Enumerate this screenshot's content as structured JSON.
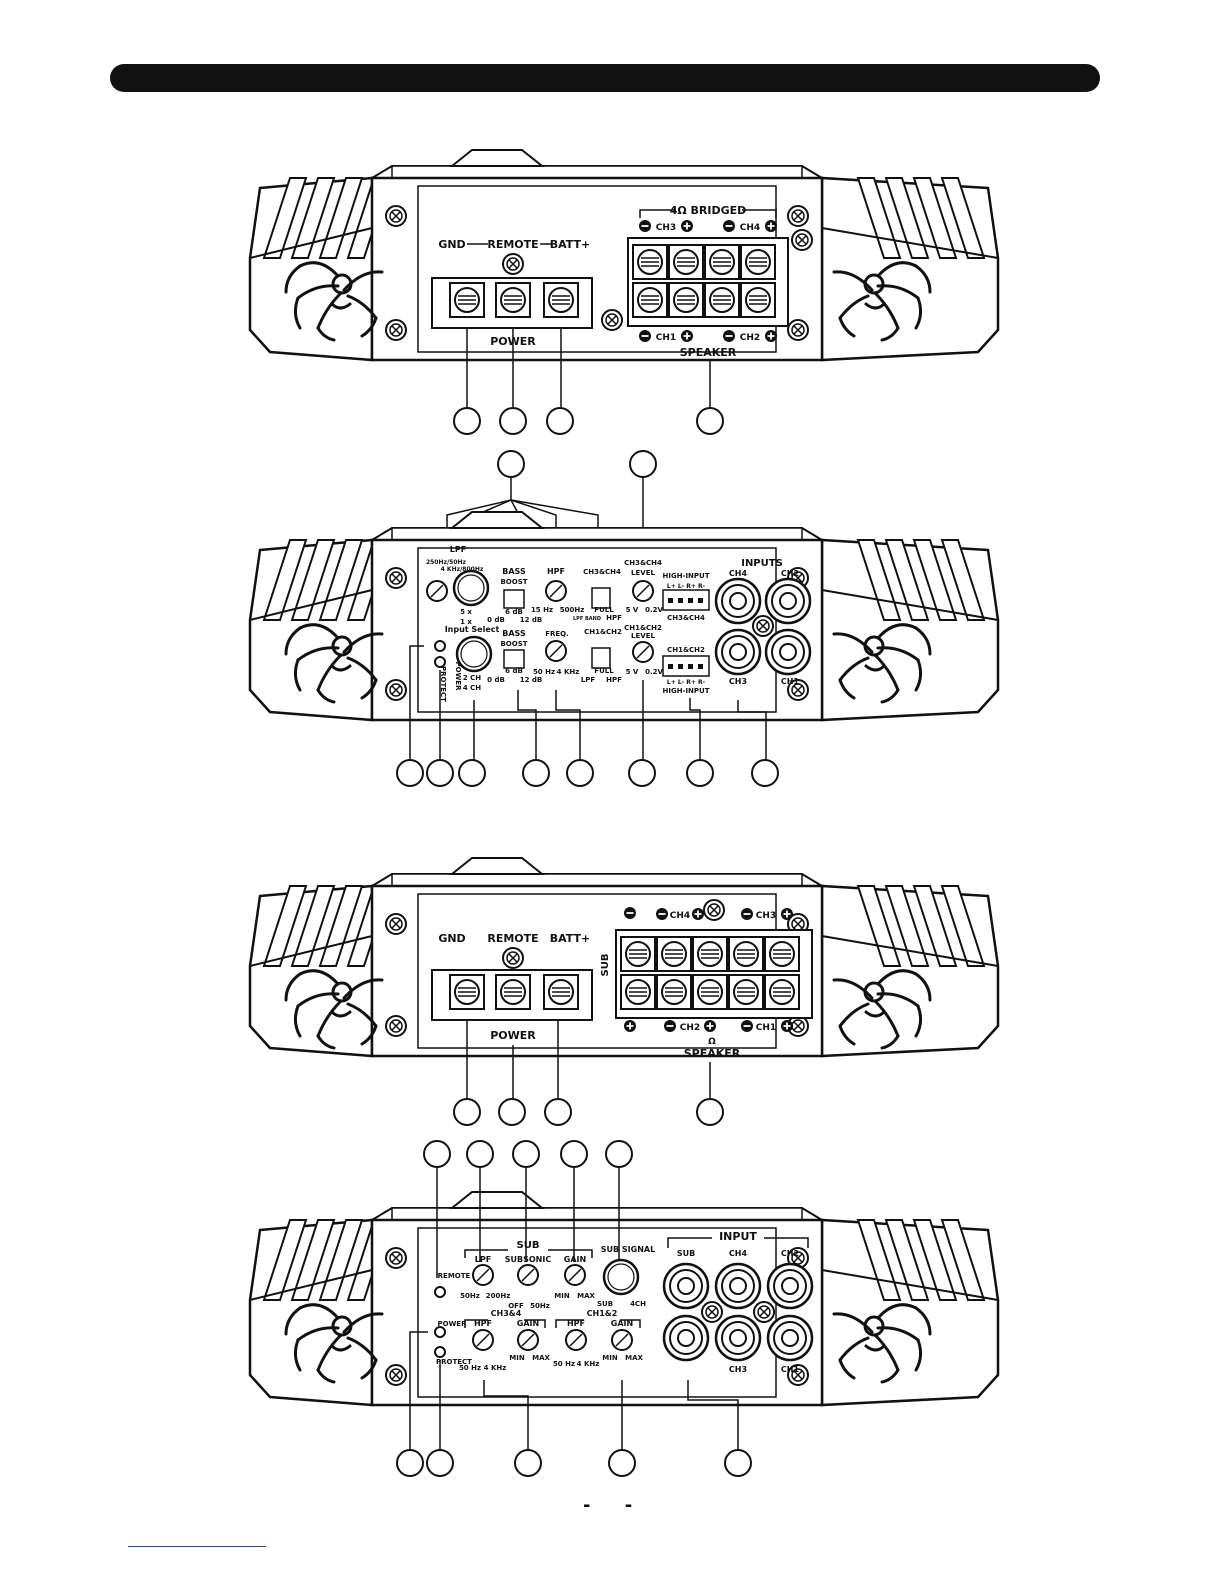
{
  "header_bar": "",
  "page_marker": "- -",
  "amp4ch": {
    "power": {
      "gnd": "GND",
      "remote": "REMOTE",
      "batt": "BATT+",
      "title": "POWER"
    },
    "speaker": {
      "bridged": "4Ω BRIDGED",
      "ch3": "CH3",
      "ch4": "CH4",
      "ch1": "CH1",
      "ch2": "CH2",
      "title": "SPEAKER"
    },
    "controls": {
      "lpf": "LPF",
      "lpf_freqs": "250Hz/50Hz",
      "lpf_freqs2": "4 KHz/800Hz",
      "x5": "5 x",
      "x1": "1 x",
      "bass": "BASS",
      "boost": "BOOST",
      "db6": "6 dB",
      "db0": "0 dB",
      "db12": "12 dB",
      "hpf": "HPF",
      "hz15": "15 Hz",
      "hz500": "500Hz",
      "ch34": "CH3&CH4",
      "full": "FULL",
      "lpf_band": "LPF BAND",
      "hpf2": "HPF",
      "ch34_level": "CH3&CH4",
      "level": "LEVEL",
      "v5": "5 V",
      "v02": "0.2V",
      "high_input": "HIGH-INPUT",
      "lr": "L+ L- R+ R-",
      "inputs": "INPUTS",
      "in_ch4": "CH4",
      "in_ch2": "CH2",
      "in_ch3": "CH3",
      "in_ch1": "CH1",
      "input_select": "Input Select",
      "ch2": "2 CH",
      "ch4": "4 CH",
      "freq": "FREQ.",
      "ch12": "CH1&CH2",
      "hz50": "50 Hz",
      "khz4": "4 KHz",
      "lpf2": "LPF",
      "ch12_level": "CH1&CH2",
      "ch12_hi": "CH1&CH2",
      "power_led": "POWER",
      "protect_led": "PROTECT"
    }
  },
  "amp5ch": {
    "power": {
      "gnd": "GND",
      "remote": "REMOTE",
      "batt": "BATT+",
      "title": "POWER"
    },
    "speaker": {
      "sub": "SUB",
      "ch4": "CH4",
      "ch3": "CH3",
      "ch2": "CH2",
      "ch1": "CH1",
      "ohm": "Ω",
      "title": "SPEAKER"
    },
    "controls": {
      "sub": "SUB",
      "lpf": "LPF",
      "subsonic": "SUBSONIC",
      "gain": "GAIN",
      "sub_signal": "SUB SIGNAL",
      "remote": "REMOTE",
      "hz50": "50Hz",
      "hz200": "200Hz",
      "off": "OFF",
      "hz50b": "50Hz",
      "min": "MIN",
      "max": "MAX",
      "sub_sw": "SUB",
      "ch4_sw": "4CH",
      "ch34": "CH3&4",
      "ch12": "CH1&2",
      "hpf": "HPF",
      "hz50c": "50 Hz",
      "khz4": "4 KHz",
      "power_led": "POWER",
      "protect_led": "PROTECT",
      "input": "INPUT",
      "in_sub": "SUB",
      "in_ch4": "CH4",
      "in_ch2": "CH2",
      "in_ch3": "CH3",
      "in_ch1": "CH1"
    }
  }
}
